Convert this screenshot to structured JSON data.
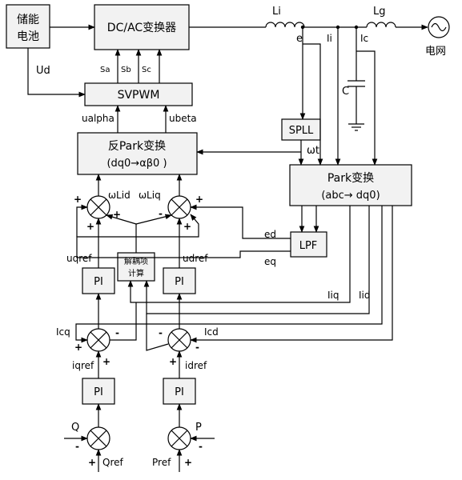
{
  "blocks": {
    "battery_line1": "储能",
    "battery_line2": "电池",
    "dcac": "DC/AC变换器",
    "svpwm": "SVPWM",
    "inv_park_line1": "反Park变换",
    "inv_park_line2": "(dq0→αβ0 )",
    "spll": "SPLL",
    "park_line1": "Park变换",
    "park_line2": "(abc→ dq0)",
    "lpf": "LPF",
    "decouple_line1": "解耦项",
    "decouple_line2": "计算",
    "pi_q_inner": "PI",
    "pi_d_inner": "PI",
    "pi_q_outer": "PI",
    "pi_d_outer": "PI"
  },
  "labels": {
    "ud": "Ud",
    "sa": "Sa",
    "sb": "Sb",
    "sc": "Sc",
    "ualpha": "ualpha",
    "ubeta": "ubeta",
    "li": "Li",
    "lg": "Lg",
    "e": "e",
    "ii": "Ii",
    "ic": "Ic",
    "c": "C",
    "grid": "电网",
    "wt": "ωt",
    "wliq_d": "ωLid",
    "wliq_q": "ωLiq",
    "ed": "ed",
    "eq": "eq",
    "uqref": "uqref",
    "udref": "udref",
    "iiq": "Iiq",
    "iid": "Iid",
    "icq": "Icq",
    "icd": "Icd",
    "iqref": "iqref",
    "idref": "idref",
    "q": "Q",
    "p": "P",
    "qref": "Qref",
    "pref": "Pref"
  },
  "signs": {
    "plus": "+",
    "minus": "-"
  }
}
